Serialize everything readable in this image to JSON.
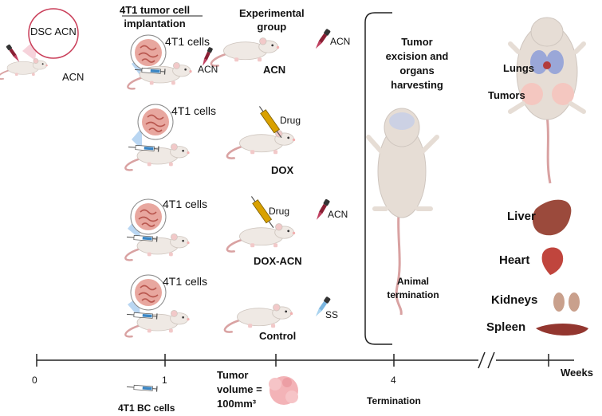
{
  "pretreatment": {
    "bubble": "DSC ACN",
    "mouse_label": "ACN"
  },
  "implantation_header": "4T1 tumor cell\nimplantation",
  "experimental_header": "Experimental\ngroup",
  "cells_label": "4T1 cells",
  "syringe_label": "ACN",
  "groups": [
    {
      "name": "ACN",
      "dropper": "ACN"
    },
    {
      "name": "DOX",
      "drug": "Drug"
    },
    {
      "name": "DOX-ACN",
      "drug": "Drug",
      "dropper": "ACN"
    },
    {
      "name": "Control",
      "dropper": "SS"
    }
  ],
  "harvest_title": "Tumor\nexcision and\norgans\nharvesting",
  "termination_caption": "Animal\ntermination",
  "organs": {
    "lungs": "Lungs",
    "tumors": "Tumors",
    "liver": "Liver",
    "heart": "Heart",
    "kidneys": "Kidneys",
    "spleen": "Spleen"
  },
  "timeline": {
    "ticks": [
      "0",
      "1",
      "4"
    ],
    "unit": "Weeks",
    "inject_caption": "4T1 BC cells",
    "tumor_volume": "Tumor\nvolume =\n100mm³",
    "termination": "Termination"
  },
  "colors": {
    "mouse": "#efe9e4",
    "tail": "#d9a2a2",
    "tumor": "#e39a94",
    "bubble_ring": "#c93d58",
    "dropper": "#8a1f34",
    "drug": "#d9a100",
    "syringe": "#3b86c4",
    "liver": "#9b4a3c",
    "kidney": "#c9a08c",
    "spleen": "#93362f",
    "lungs": "#9aa7d8"
  }
}
